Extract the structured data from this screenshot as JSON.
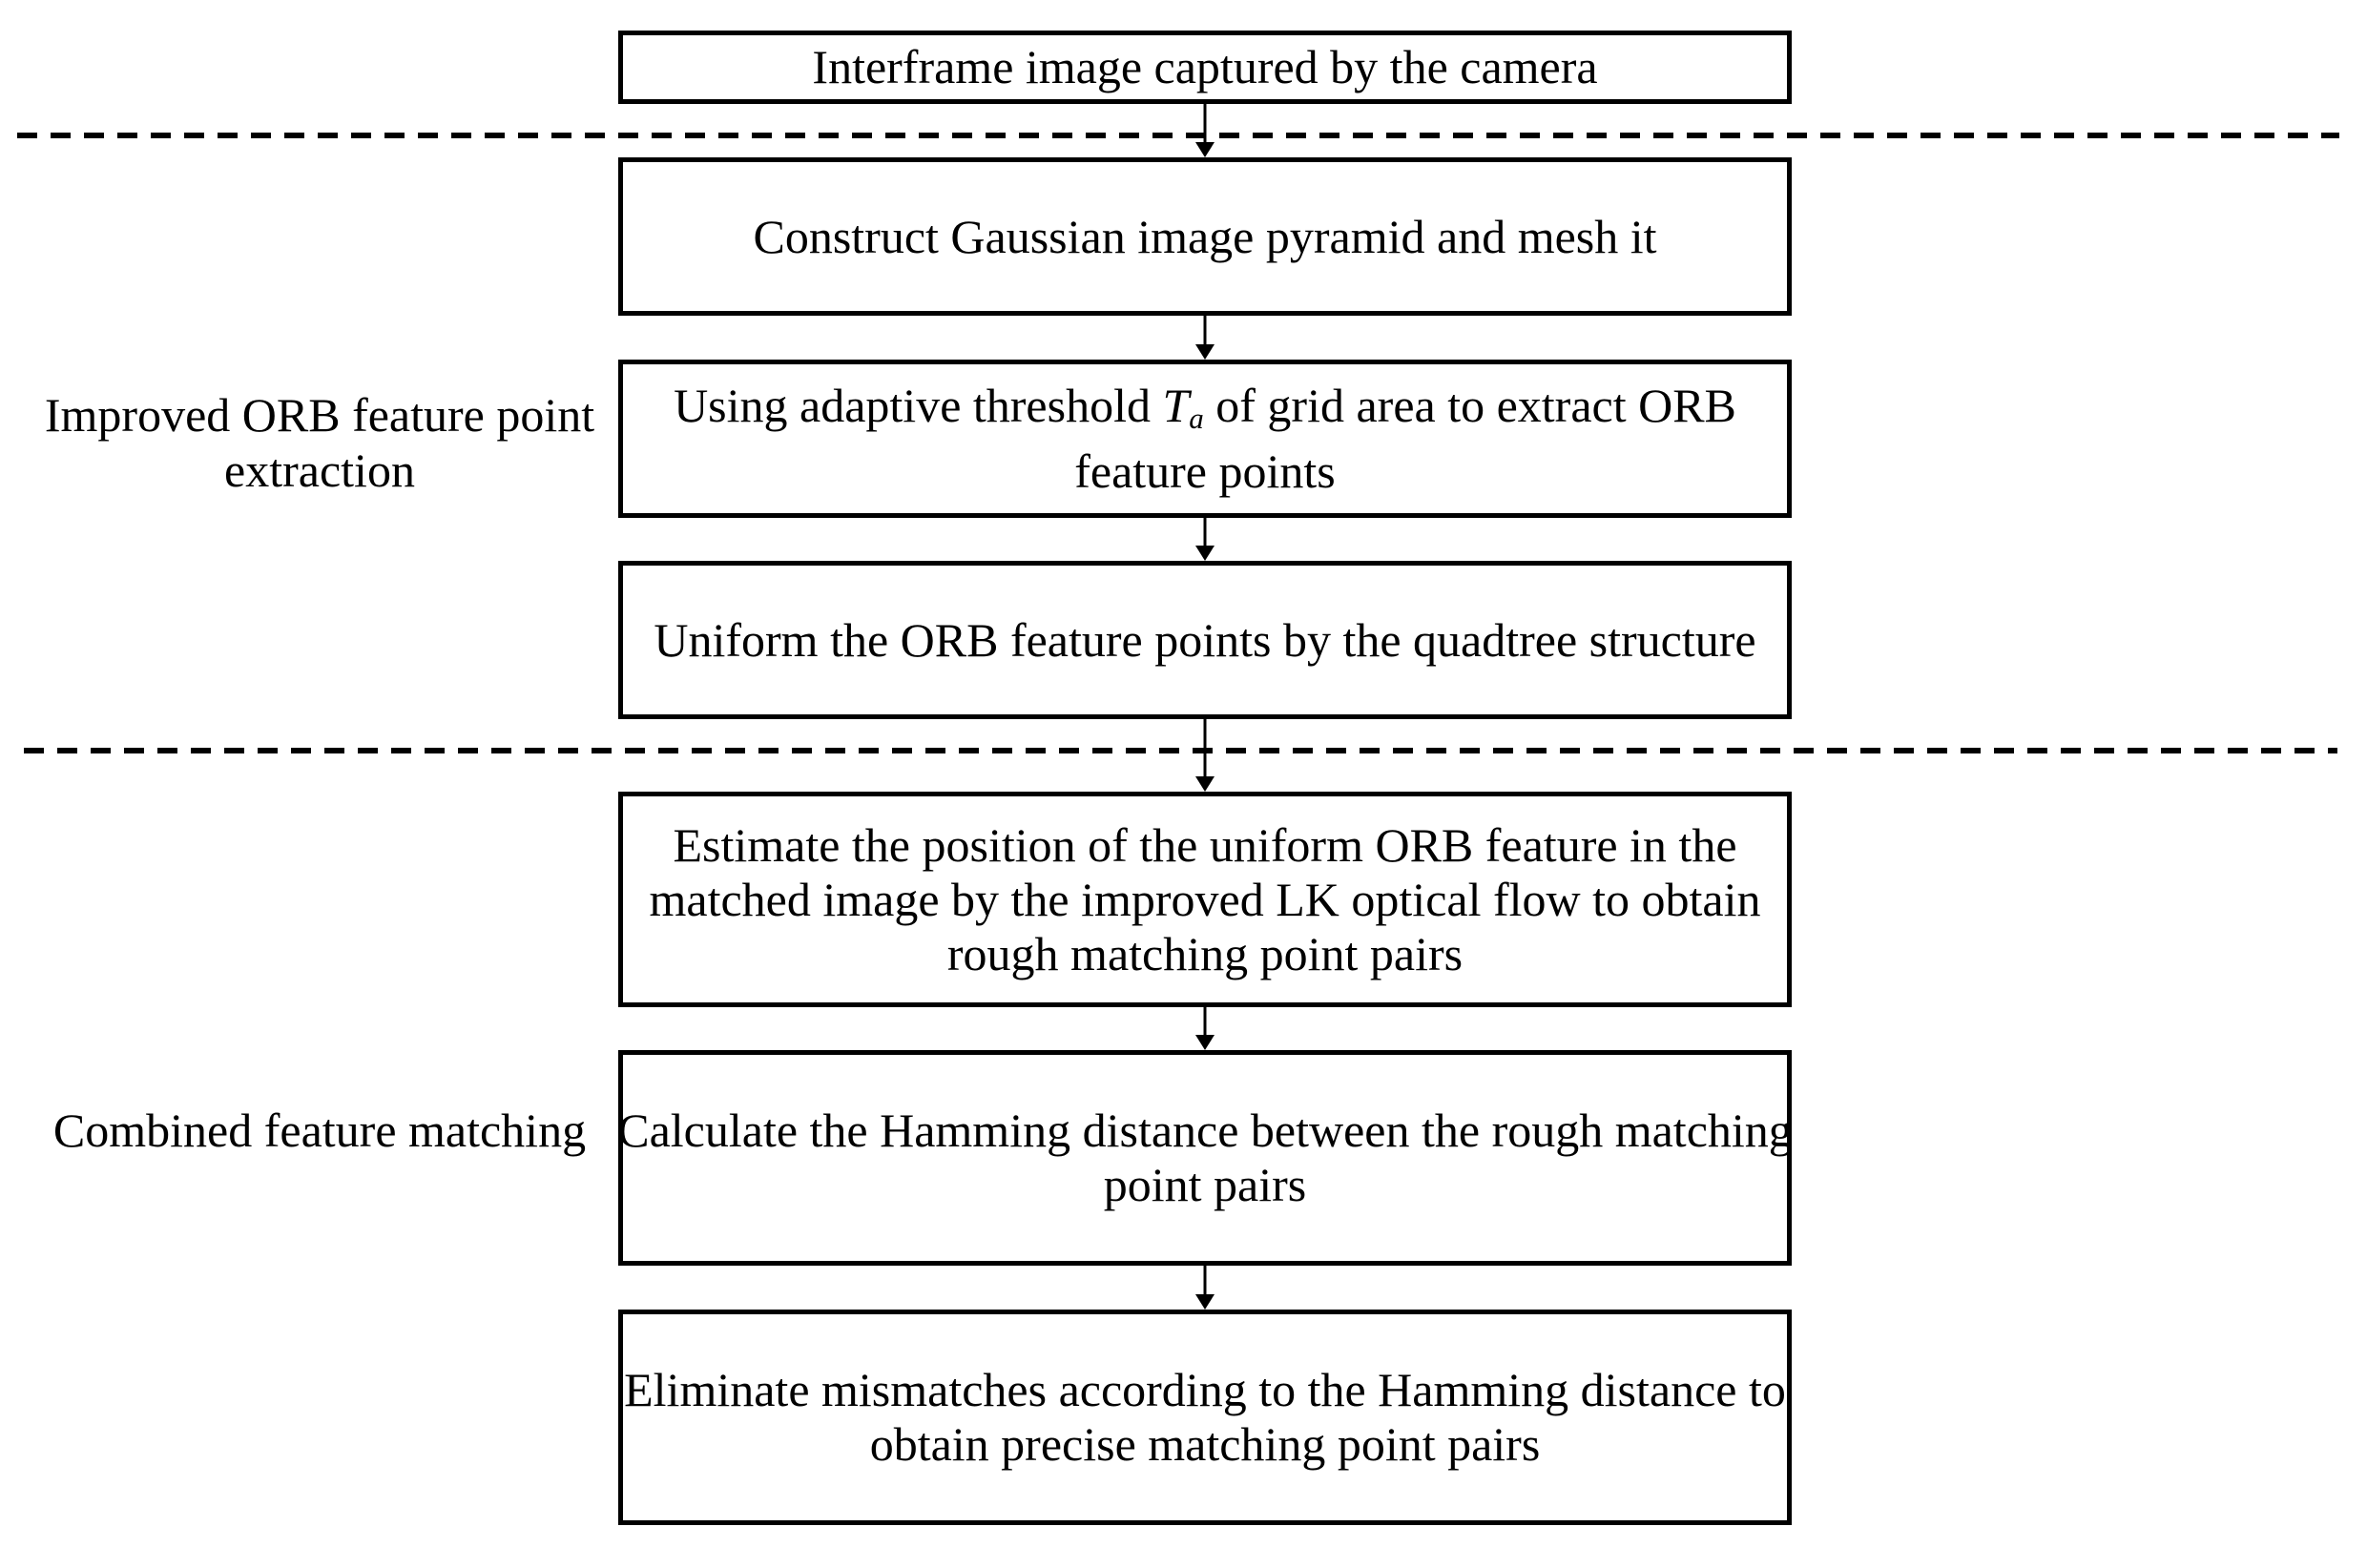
{
  "page": {
    "background_color": "#ffffff",
    "line_color": "#000000"
  },
  "flowchart": {
    "boxes": {
      "capture": {
        "lines": [
          "Interframe image captured by the camera"
        ]
      },
      "gaussian": {
        "lines": [
          "Construct Gaussian image pyramid and mesh it"
        ]
      },
      "threshold": {
        "line1": {
          "before": "Using adaptive threshold ",
          "var": "T",
          "sub": "a",
          "after": " of grid area to extract ORB"
        },
        "line2": "feature points"
      },
      "quadtree": {
        "lines": [
          "Uniform the ORB feature points by the quadtree structure"
        ]
      },
      "estimate": {
        "lines": [
          "Estimate the position of the uniform ORB feature in the",
          "matched image by the improved LK optical flow to obtain",
          "rough matching point pairs"
        ]
      },
      "hamming": {
        "lines": [
          "Calculate the Hamming distance between the rough matching",
          "point pairs"
        ]
      },
      "eliminate": {
        "lines": [
          "Eliminate mismatches according to the Hamming distance to",
          "obtain precise matching point pairs"
        ]
      }
    },
    "connectors": {
      "style": "down-arrow",
      "count": 6
    },
    "dividers": {
      "style": "dashed-line",
      "count": 2
    }
  },
  "side_labels": {
    "extraction": {
      "lines": [
        "Improved ORB feature point",
        "extraction"
      ]
    },
    "matching": {
      "lines": [
        "Combined feature matching"
      ]
    }
  }
}
